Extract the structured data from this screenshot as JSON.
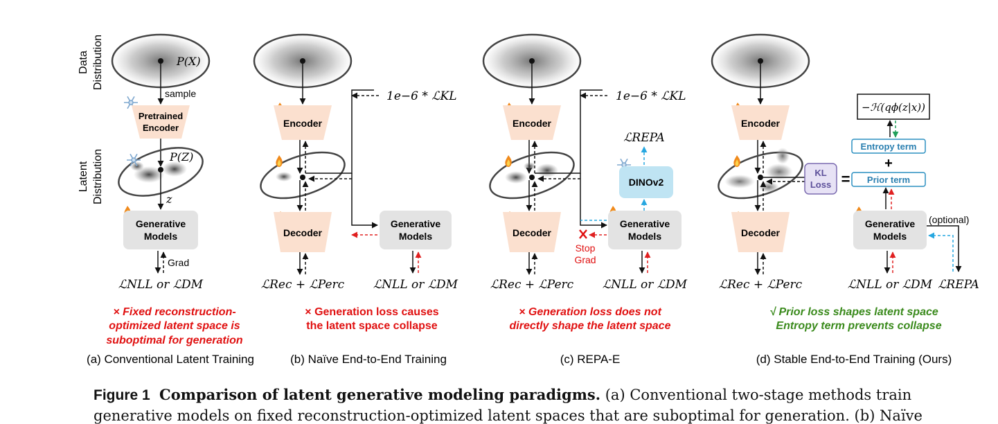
{
  "axis_labels": {
    "data": [
      "Data",
      "Distribution"
    ],
    "latent": [
      "Latent",
      "Distribution"
    ]
  },
  "panel_a": {
    "px_label": "P(X)",
    "sample_label": "sample",
    "encoder_label": [
      "Pretrained",
      "Encoder"
    ],
    "pz_label": "P(Z)",
    "z_label": "z",
    "gen_label": [
      "Generative",
      "Models"
    ],
    "grad_label": "Grad",
    "loss_label": "ℒNLL or ℒDM",
    "problem": [
      "× Fixed reconstruction-",
      "optimized latent space is",
      "suboptimal for generation"
    ],
    "caption": "(a) Conventional Latent Training"
  },
  "panel_b": {
    "kl_label": "1e−6 * ℒKL",
    "encoder_label": "Encoder",
    "decoder_label": "Decoder",
    "gen_label": [
      "Generative",
      "Models"
    ],
    "rec_loss": "ℒRec + ℒPerc",
    "gen_loss": "ℒNLL or ℒDM",
    "problem": [
      "× Generation loss causes",
      "the latent space collapse"
    ],
    "caption": "(b) Naïve End-to-End Training"
  },
  "panel_c": {
    "kl_label": "1e−6 * ℒKL",
    "repa_label": "ℒREPA",
    "dino_label": "DINOv2",
    "encoder_label": "Encoder",
    "decoder_label": "Decoder",
    "gen_label": [
      "Generative",
      "Models"
    ],
    "stop_grad": [
      "Stop",
      "Grad"
    ],
    "rec_loss": "ℒRec + ℒPerc",
    "gen_loss": "ℒNLL or ℒDM",
    "problem": [
      "× Generation loss does not",
      "directly shape the latent space"
    ],
    "caption": "(c) REPA-E"
  },
  "panel_d": {
    "entropy_formula": "−ℋ(qϕ(z|x))",
    "entropy_term": "Entropy term",
    "plus": "+",
    "prior_term": "Prior term",
    "kl_loss": [
      "KL",
      "Loss"
    ],
    "equals": "=",
    "encoder_label": "Encoder",
    "decoder_label": "Decoder",
    "gen_label": [
      "Generative",
      "Models"
    ],
    "optional": "(optional)",
    "rec_loss": "ℒRec + ℒPerc",
    "gen_loss": "ℒNLL or ℒDM",
    "repa_loss": "ℒREPA",
    "benefit": [
      "√ Prior loss shapes latent space",
      "Entropy term prevents collapse"
    ],
    "caption": "(d) Stable End-to-End Training (Ours)"
  },
  "figure": {
    "label": "Figure 1",
    "title": "Comparison of latent generative modeling paradigms.",
    "text": " (a) Conventional two-stage methods train",
    "text2": "generative models on fixed reconstruction-optimized latent spaces that are suboptimal for generation. (b) Naïve"
  },
  "colors": {
    "module_fill": "#fbe0cf",
    "gen_fill": "#e3e3e3",
    "dino_fill": "#bfe4f3",
    "kl_fill": "#e7e2f5",
    "kl_stroke": "#7b6bb0",
    "term_stroke": "#2a8fc0",
    "problem_red": "#e01010",
    "benefit_green": "#3a8a1c",
    "blue_arrow": "#27a7e0",
    "green_arrow": "#21a05a",
    "red_arrow": "#e02020"
  }
}
